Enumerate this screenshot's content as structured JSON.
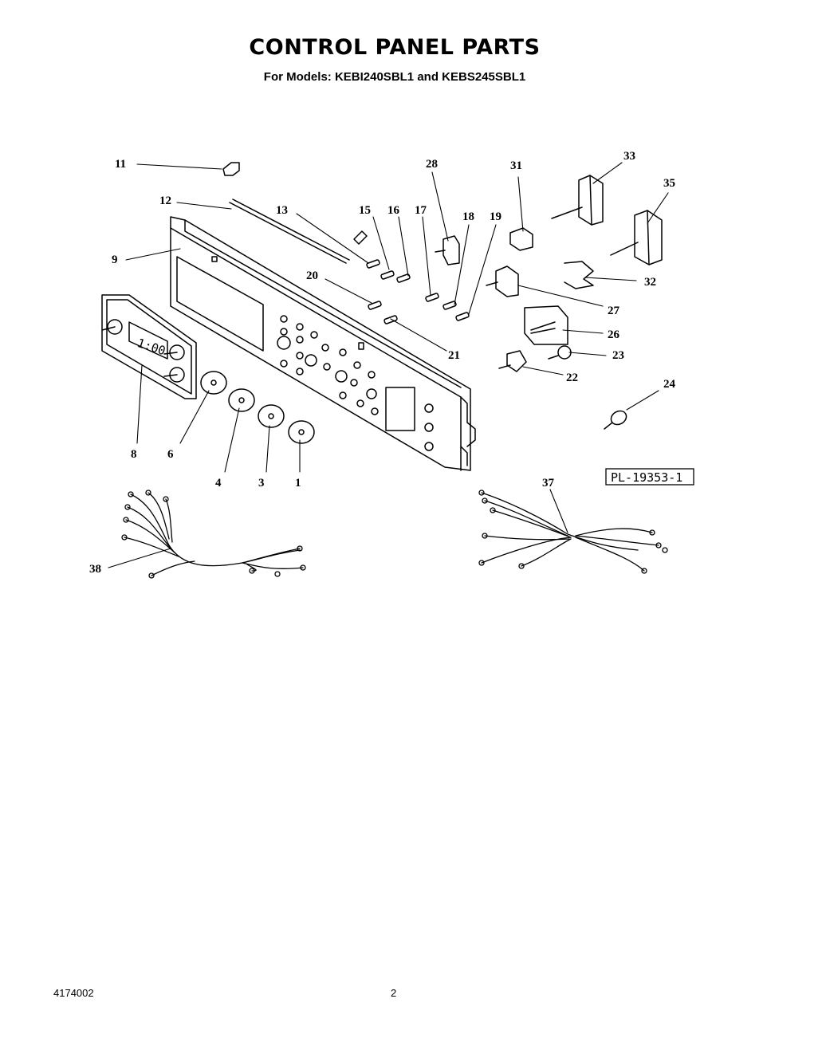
{
  "header": {
    "title": "CONTROL PANEL PARTS",
    "subtitle": "For Models: KEBI240SBL1 and KEBS245SBL1"
  },
  "diagram": {
    "reference": "PL-19353-1",
    "clock_display": "1:00",
    "callouts": {
      "c1": "1",
      "c3": "3",
      "c4": "4",
      "c6": "6",
      "c8": "8",
      "c9": "9",
      "c11": "11",
      "c12": "12",
      "c13": "13",
      "c15": "15",
      "c16": "16",
      "c17": "17",
      "c18": "18",
      "c19": "19",
      "c20": "20",
      "c21": "21",
      "c22": "22",
      "c23": "23",
      "c24": "24",
      "c26": "26",
      "c27": "27",
      "c28": "28",
      "c31": "31",
      "c32": "32",
      "c33": "33",
      "c35": "35",
      "c37": "37",
      "c38": "38"
    }
  },
  "footer": {
    "doc_number": "4174002",
    "page": "2"
  }
}
